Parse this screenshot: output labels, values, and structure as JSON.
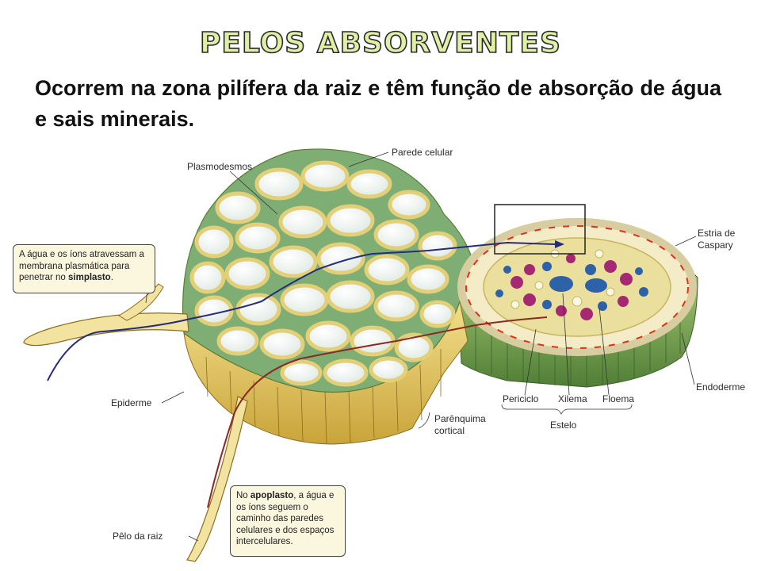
{
  "title": "PELOS ABSORVENTES",
  "intro": "Ocorrem na zona pilífera da raiz e têm função de absorção de água e sais minerais.",
  "labels": {
    "parede_celular": "Parede celular",
    "plasmodesmos": "Plasmodesmos",
    "estria_line1": "Estria de",
    "estria_line2": "Caspary",
    "endoderme": "Endoderme",
    "epiderme": "Epiderme",
    "periciclo": "Periciclo",
    "xilema": "Xilema",
    "floema": "Floema",
    "estelo": "Estelo",
    "parenquima_line1": "Parênquima",
    "parenquima_line2": "cortical",
    "pelo_da_raiz": "Pêlo da raiz"
  },
  "callout_simplasto": {
    "text_before": "A água e os íons atravessam a membrana plasmática para penetrar no ",
    "bold": "simplasto",
    "text_after": "."
  },
  "callout_apoplasto": {
    "text_before": "No ",
    "bold": "apoplasto",
    "text_after": ", a água e os íons seguem o caminho das paredes celulares e dos espaços intercelulares."
  },
  "colors": {
    "cell_wall": "#e9d98b",
    "cytoplasm": "#7fae74",
    "vacuole": "#eef3f0",
    "endodermis": "#6d9a46",
    "xylem": "#2d62a8",
    "phloem": "#a52872",
    "caspary": "#e0301d",
    "simplast_path": "#262c7c",
    "apoplast_path": "#8b2a22"
  }
}
